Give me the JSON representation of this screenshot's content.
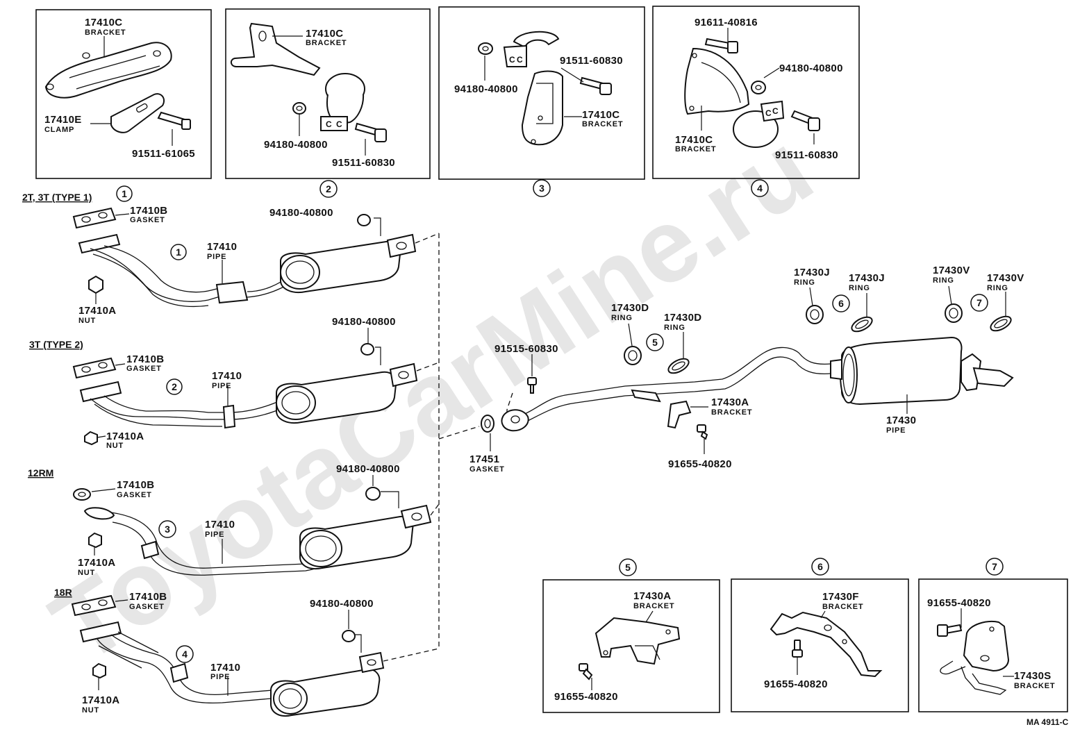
{
  "watermark": "ToyotaCarMine.ru",
  "figure_ref": "MA 4911-C",
  "detail_boxes": [
    {
      "num": "1",
      "labels": [
        {
          "pn": "17410C",
          "sub": "BRACKET"
        },
        {
          "pn": "17410E",
          "sub": "CLAMP"
        },
        {
          "pn": "91511-61065",
          "sub": ""
        }
      ]
    },
    {
      "num": "2",
      "labels": [
        {
          "pn": "17410C",
          "sub": "BRACKET"
        },
        {
          "pn": "94180-40800",
          "sub": ""
        },
        {
          "pn": "91511-60830",
          "sub": ""
        }
      ]
    },
    {
      "num": "3",
      "labels": [
        {
          "pn": "91511-60830",
          "sub": ""
        },
        {
          "pn": "94180-40800",
          "sub": ""
        },
        {
          "pn": "17410C",
          "sub": "BRACKET"
        }
      ]
    },
    {
      "num": "4",
      "labels": [
        {
          "pn": "91611-40816",
          "sub": ""
        },
        {
          "pn": "94180-40800",
          "sub": ""
        },
        {
          "pn": "17410C",
          "sub": "BRACKET"
        },
        {
          "pn": "91511-60830",
          "sub": ""
        }
      ]
    }
  ],
  "engine_variants": [
    {
      "name": "2T, 3T (TYPE 1)",
      "num": "1",
      "gasket": {
        "pn": "17410B",
        "sub": "GASKET"
      },
      "pipe": {
        "pn": "17410",
        "sub": "PIPE"
      },
      "nut": {
        "pn": "17410A",
        "sub": "NUT"
      },
      "bolt": {
        "pn": "94180-40800"
      }
    },
    {
      "name": "3T (TYPE 2)",
      "num": "2",
      "gasket": {
        "pn": "17410B",
        "sub": "GASKET"
      },
      "pipe": {
        "pn": "17410",
        "sub": "PIPE"
      },
      "nut": {
        "pn": "17410A",
        "sub": "NUT"
      },
      "bolt": {
        "pn": "94180-40800"
      }
    },
    {
      "name": "12RM",
      "num": "3",
      "gasket": {
        "pn": "17410B",
        "sub": "GASKET"
      },
      "pipe": {
        "pn": "17410",
        "sub": "PIPE"
      },
      "nut": {
        "pn": "17410A",
        "sub": "NUT"
      },
      "bolt": {
        "pn": "94180-40800"
      }
    },
    {
      "name": "18R",
      "num": "4",
      "gasket": {
        "pn": "17410B",
        "sub": "GASKET"
      },
      "pipe": {
        "pn": "17410",
        "sub": "PIPE"
      },
      "nut": {
        "pn": "17410A",
        "sub": "NUT"
      },
      "bolt": {
        "pn": "94180-40800"
      }
    }
  ],
  "tailpipe": {
    "bolt": {
      "pn": "91515-60830"
    },
    "gasket": {
      "pn": "17451",
      "sub": "GASKET"
    },
    "ring_d1": {
      "pn": "17430D",
      "sub": "RING"
    },
    "ring_d2": {
      "pn": "17430D",
      "sub": "RING"
    },
    "group_5": "5",
    "ring_j1": {
      "pn": "17430J",
      "sub": "RING"
    },
    "ring_j2": {
      "pn": "17430J",
      "sub": "RING"
    },
    "group_6": "6",
    "ring_v1": {
      "pn": "17430V",
      "sub": "RING"
    },
    "ring_v2": {
      "pn": "17430V",
      "sub": "RING"
    },
    "group_7": "7",
    "bracket": {
      "pn": "17430A",
      "sub": "BRACKET"
    },
    "bracket_bolt": {
      "pn": "91655-40820"
    },
    "pipe": {
      "pn": "17430",
      "sub": "PIPE"
    }
  },
  "lower_details": [
    {
      "num": "5",
      "bracket": {
        "pn": "17430A",
        "sub": "BRACKET"
      },
      "bolt": {
        "pn": "91655-40820"
      }
    },
    {
      "num": "6",
      "bracket": {
        "pn": "17430F",
        "sub": "BRACKET"
      },
      "bolt": {
        "pn": "91655-40820"
      }
    },
    {
      "num": "7",
      "bracket": {
        "pn": "17430S",
        "sub": "BRACKET"
      },
      "bolt": {
        "pn": "91655-40820"
      }
    }
  ]
}
